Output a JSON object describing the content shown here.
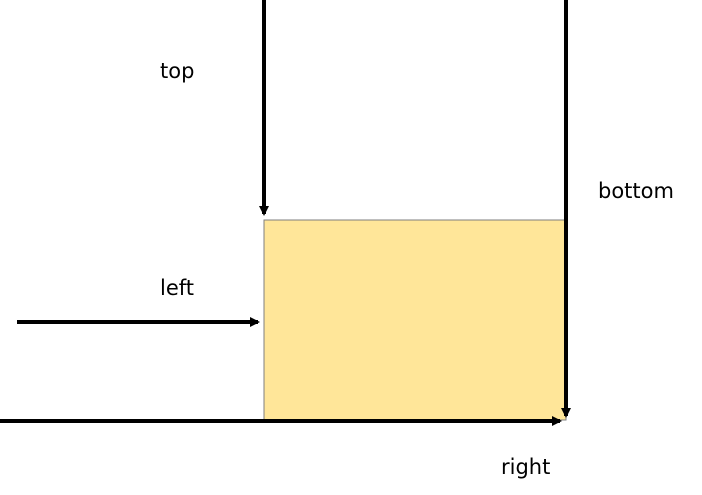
{
  "labels": {
    "top": "top",
    "left": "left",
    "bottom": "bottom",
    "right": "right"
  },
  "colors": {
    "box_fill": "#FFE699",
    "box_stroke": "#7F7F7F",
    "arrow": "#000000",
    "text": "#000000",
    "background": "#FFFFFF"
  }
}
